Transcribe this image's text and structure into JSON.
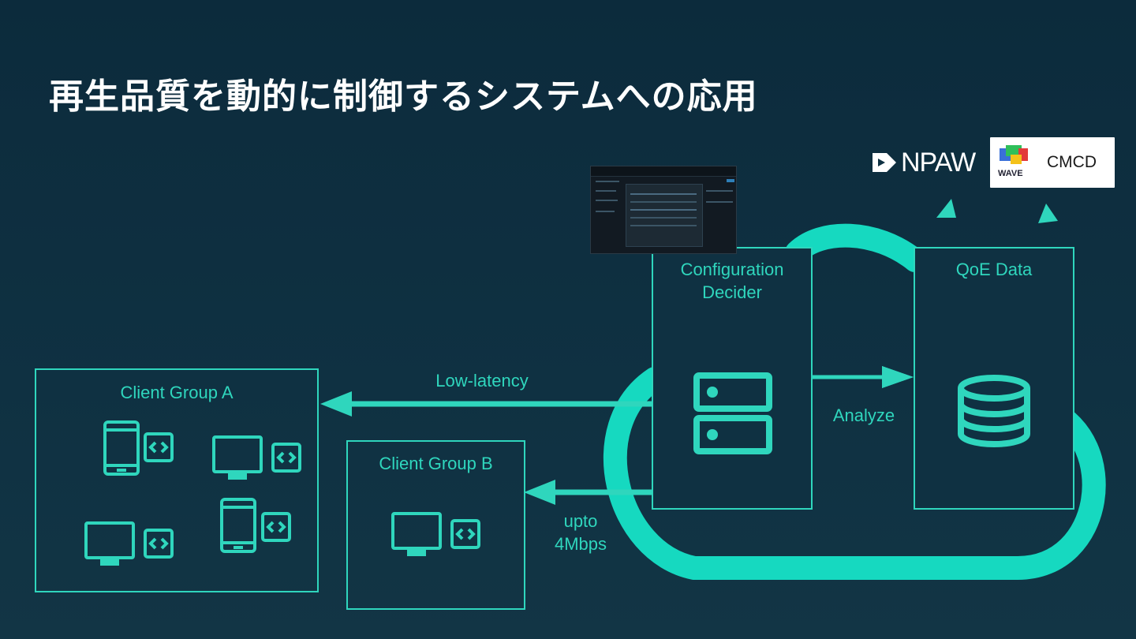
{
  "title": "再生品質を動的に制御するシステムへの応用",
  "nodes": {
    "config_decider": "Configuration\nDecider",
    "qoe_data": "QoE Data",
    "client_group_a": "Client Group A",
    "client_group_b": "Client Group B"
  },
  "edges": {
    "low_latency": "Low-latency",
    "upto": "upto\n4Mbps",
    "analyze": "Analyze"
  },
  "logos": {
    "npaw": "NPAW",
    "wave": "WAVE",
    "cmcd": "CMCD"
  },
  "colors": {
    "accent": "#2fd6bd",
    "background": "#0f3142",
    "title": "#ffffff"
  }
}
